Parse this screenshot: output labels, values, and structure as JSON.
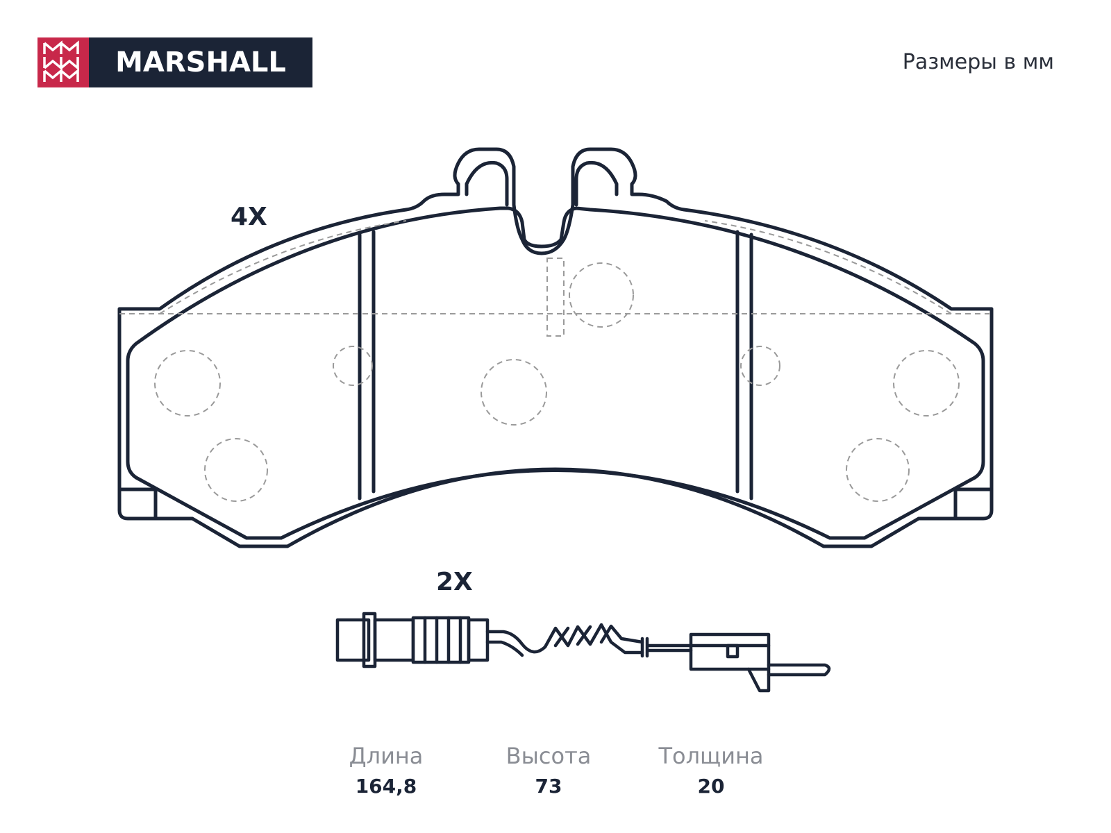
{
  "brand": {
    "name": "MARSHALL",
    "mark_color": "#c8284a",
    "word_bg": "#1b2436",
    "mark_letters": "M"
  },
  "units_note": "Размеры в мм",
  "drawing": {
    "pad_quantity": "4X",
    "sensor_quantity": "2X",
    "line_color": "#1b2436",
    "dash_color": "#9a9a9a"
  },
  "specs": [
    {
      "label": "Длина",
      "value": "164,8"
    },
    {
      "label": "Высота",
      "value": "73"
    },
    {
      "label": "Толщина",
      "value": "20"
    }
  ]
}
